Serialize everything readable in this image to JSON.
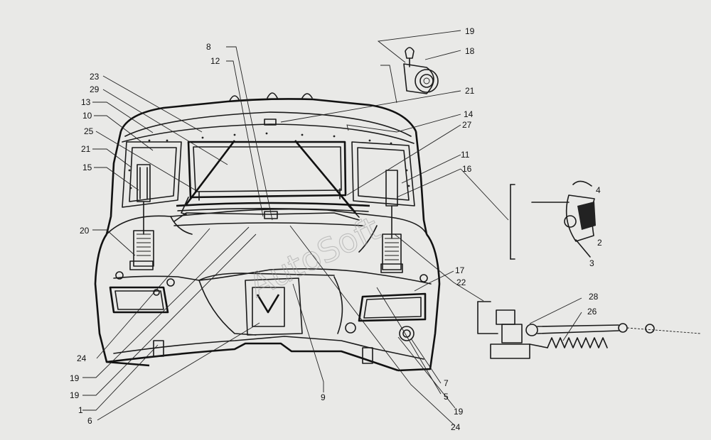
{
  "watermark": "AutoSoft",
  "labels": {
    "l19a": "19",
    "l18": "18",
    "l21a": "21",
    "l8": "8",
    "l12": "12",
    "l23": "23",
    "l29": "29",
    "l13": "13",
    "l10": "10",
    "l25": "25",
    "l21b": "21",
    "l15": "15",
    "l14": "14",
    "l27": "27",
    "l11": "11",
    "l16": "16",
    "l4": "4",
    "l2": "2",
    "l3": "3",
    "l20": "20",
    "l17": "17",
    "l22": "22",
    "l28": "28",
    "l26": "26",
    "l24a": "24",
    "l19b": "19",
    "l19c": "19",
    "l1": "1",
    "l6": "6",
    "l9": "9",
    "l7": "7",
    "l5": "5",
    "l19d": "19",
    "l24b": "24"
  }
}
